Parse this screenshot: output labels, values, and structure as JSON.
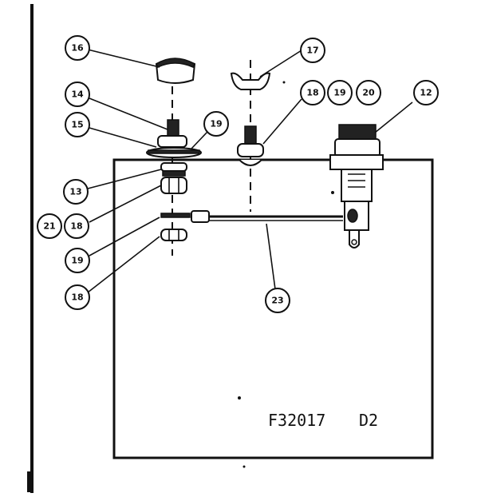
{
  "diagram": {
    "drawing_code": "F32017",
    "revision": "D2",
    "callouts": [
      {
        "id": "c16",
        "label": "16"
      },
      {
        "id": "c17",
        "label": "17"
      },
      {
        "id": "c14",
        "label": "14"
      },
      {
        "id": "c15",
        "label": "15"
      },
      {
        "id": "c19a",
        "label": "19"
      },
      {
        "id": "c18a",
        "label": "18"
      },
      {
        "id": "c19b",
        "label": "19"
      },
      {
        "id": "c20",
        "label": "20"
      },
      {
        "id": "c12",
        "label": "12"
      },
      {
        "id": "c13",
        "label": "13"
      },
      {
        "id": "c21",
        "label": "21"
      },
      {
        "id": "c18b",
        "label": "18"
      },
      {
        "id": "c19c",
        "label": "19"
      },
      {
        "id": "c18c",
        "label": "18"
      },
      {
        "id": "c23",
        "label": "23"
      }
    ]
  }
}
